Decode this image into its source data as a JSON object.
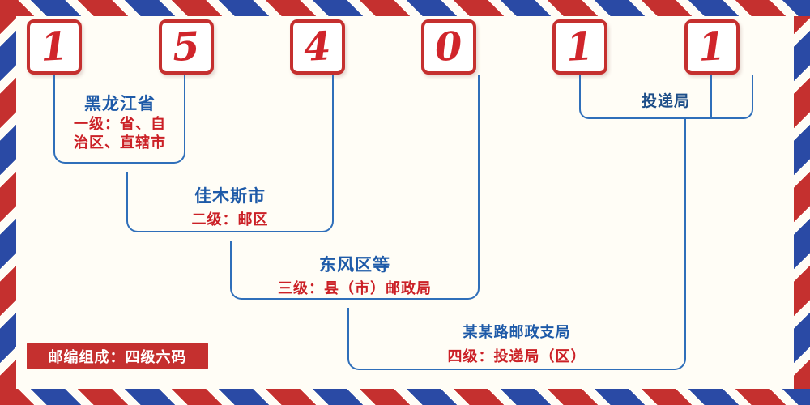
{
  "postal_code": {
    "digits": [
      "1",
      "5",
      "4",
      "0",
      "1",
      "1"
    ]
  },
  "levels": {
    "level1": {
      "title": "黑龙江省",
      "desc_line1": "一级：省、自",
      "desc_line2": "治区、直辖市"
    },
    "level2": {
      "title": "佳木斯市",
      "desc": "二级：邮区"
    },
    "level3": {
      "title": "东风区等",
      "desc": "三级：县（市）邮政局"
    },
    "level4": {
      "title": "某某路邮政支局",
      "desc": "四级：投递局（区）"
    },
    "delivery": {
      "title": "投递局"
    }
  },
  "footer": {
    "composition_note": "邮编组成：四级六码"
  },
  "colors": {
    "border_red": "#c5302f",
    "border_blue": "#2a4aa5",
    "digit_red": "#d0252b",
    "line_blue": "#2f6fba",
    "title_blue": "#1e5aa8",
    "desc_red": "#cb2026",
    "delivery_navy": "#1d4e89",
    "stamp_bg": "#c5302f",
    "background": "#fffdf6"
  }
}
